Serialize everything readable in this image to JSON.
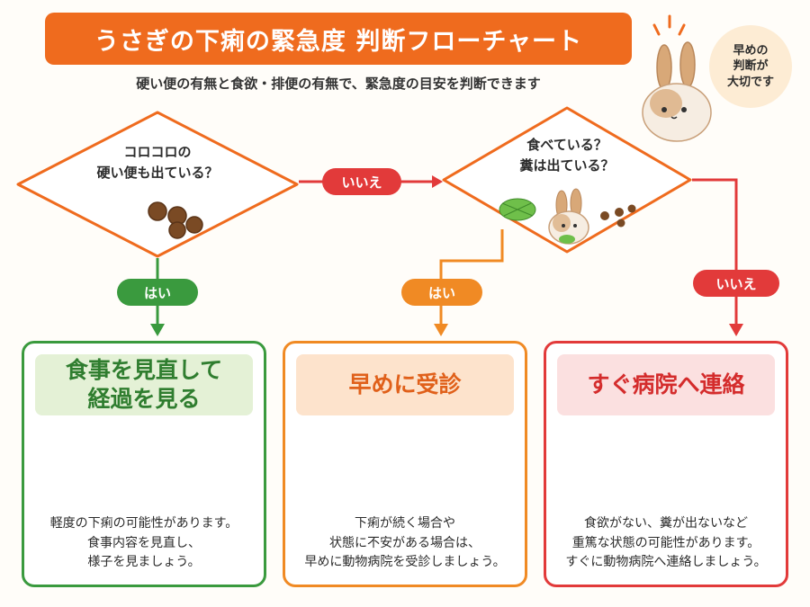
{
  "title": "うさぎの下痢の緊急度 判断フローチャート",
  "subtitle": "硬い便の有無と食欲・排便の有無で、緊急度の目安を判断できます",
  "bubble": {
    "line1": "早めの",
    "line2": "判断が",
    "line3": "大切です"
  },
  "question1": {
    "line1": "コロコロの",
    "line2": "硬い便も出ている？"
  },
  "question2": {
    "line1": "食べている？",
    "line2": "糞は出ている？"
  },
  "edges": {
    "q1_no": "いいえ",
    "q1_yes": "はい",
    "q2_yes": "はい",
    "q2_no": "いいえ"
  },
  "results": [
    {
      "title_line1": "食事を見直して",
      "title_line2": "経過を見る",
      "desc": [
        "軽度の下痢の可能性があります。",
        "食事内容を見直し、",
        "様子を見ましょう。"
      ]
    },
    {
      "title_line1": "早めに受診",
      "desc": [
        "下痢が続く場合や",
        "状態に不安がある場合は、",
        "早めに動物病院を受診しましょう。"
      ]
    },
    {
      "title_line1": "すぐ病院へ連絡",
      "desc": [
        "食欲がない、糞が出ないなど",
        "重篤な状態の可能性があります。",
        "すぐに動物病院へ連絡しましょう。"
      ]
    }
  ],
  "colors": {
    "orange": "#ef6b1e",
    "green": "#3a9a3e",
    "amber": "#f08a24",
    "red": "#e23a3a"
  }
}
